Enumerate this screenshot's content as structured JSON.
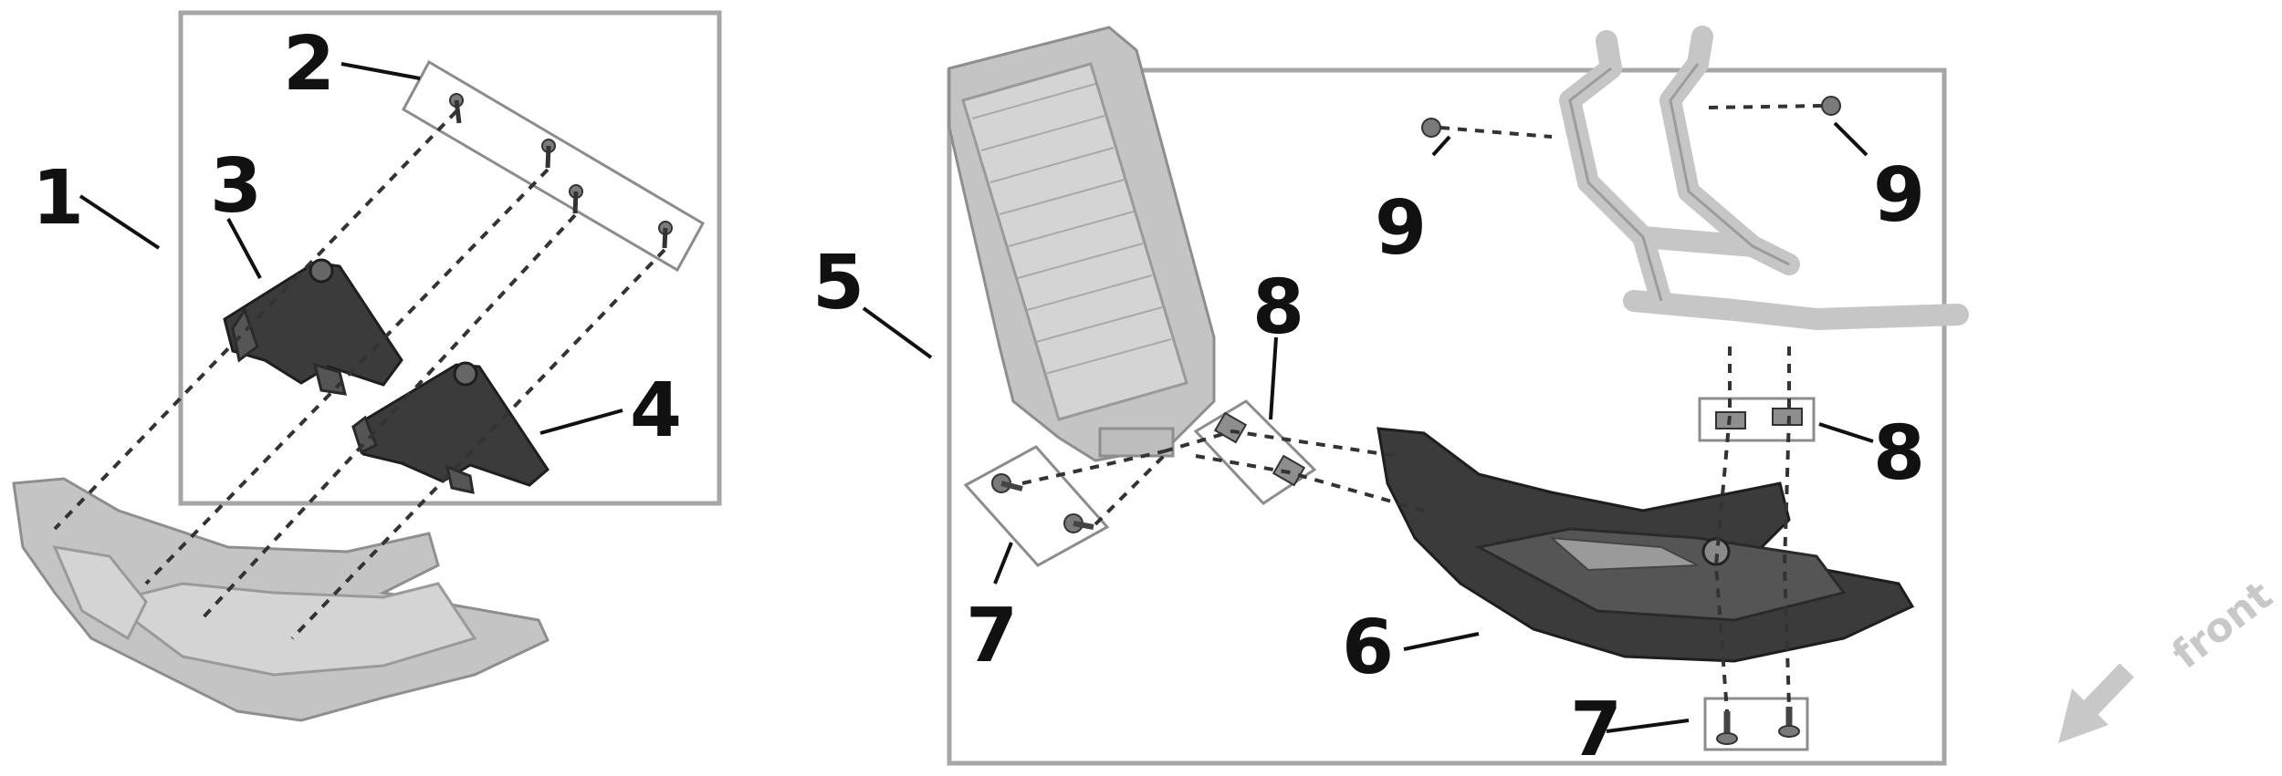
{
  "callouts": {
    "n1": "1",
    "n2": "2",
    "n3": "3",
    "n4": "4",
    "n5": "5",
    "n6": "6",
    "n7a": "7",
    "n7b": "7",
    "n8a": "8",
    "n8b": "8",
    "n9a": "9",
    "n9b": "9"
  },
  "direction": {
    "label": "front",
    "icon": "arrow-down-left-icon"
  },
  "colors": {
    "dark_part": "#3b3b3b",
    "light_part": "#c4c4c4",
    "frame": "#a6a6a6",
    "arrow": "#c8c8c8"
  }
}
